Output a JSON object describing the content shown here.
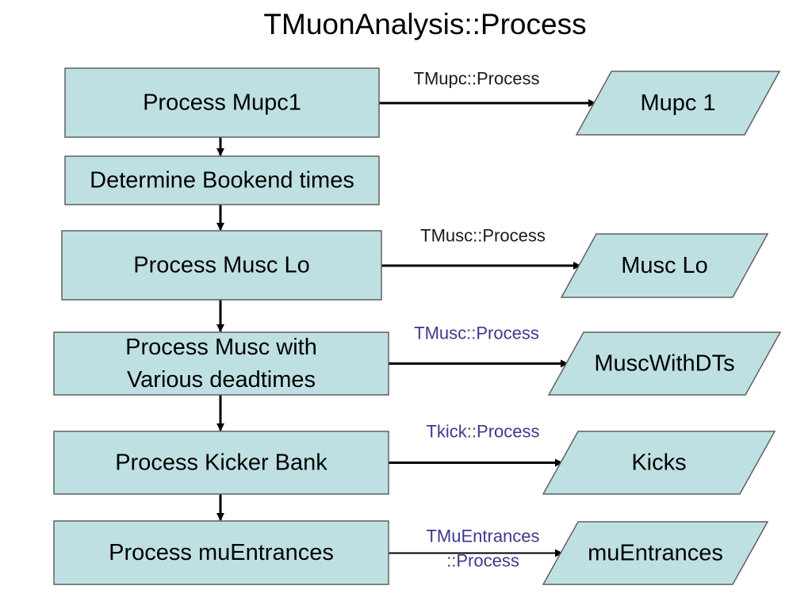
{
  "title": "TMuonAnalysis::Process",
  "colors": {
    "box_fill": "#bfe0e2",
    "box_stroke": "#606060",
    "arrow": "#000000",
    "label_black": "#1a1a1a",
    "label_blue": "#3d3a8c"
  },
  "steps": [
    {
      "lines": [
        "Process Mupc1"
      ]
    },
    {
      "lines": [
        "Determine Bookend times"
      ]
    },
    {
      "lines": [
        "Process Musc Lo"
      ]
    },
    {
      "lines": [
        "Process Musc with",
        "Various deadtimes"
      ]
    },
    {
      "lines": [
        "Process Kicker Bank"
      ]
    },
    {
      "lines": [
        "Process muEntrances"
      ]
    }
  ],
  "outputs": [
    {
      "text": "Mupc 1"
    },
    {
      "text": "Musc Lo"
    },
    {
      "text": "MuscWithDTs"
    },
    {
      "text": "Kicks"
    },
    {
      "text": "muEntrances"
    }
  ],
  "edge_labels": [
    {
      "lines": [
        "TMupc::Process"
      ],
      "color": "black"
    },
    {
      "lines": [
        "TMusc::Process"
      ],
      "color": "black"
    },
    {
      "lines": [
        "TMusc::Process"
      ],
      "color": "blue"
    },
    {
      "lines": [
        "Tkick::Process"
      ],
      "color": "blue"
    },
    {
      "lines": [
        "TMuEntrances",
        "::Process"
      ],
      "color": "blue"
    }
  ]
}
